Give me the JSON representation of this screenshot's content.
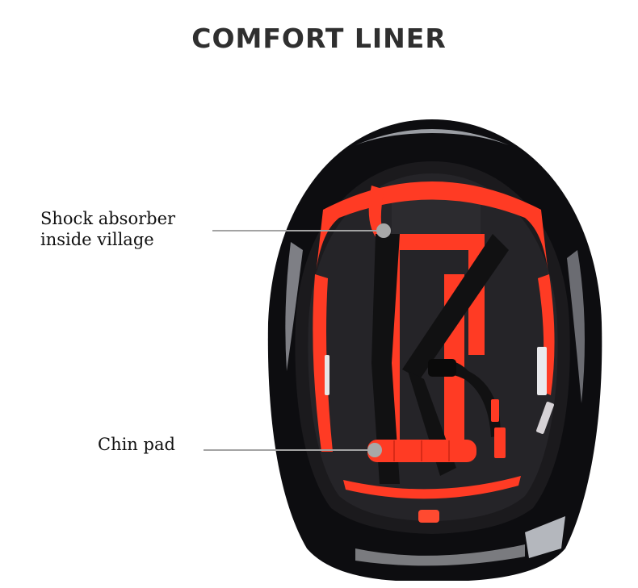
{
  "header": {
    "title": "COMFORT LINER"
  },
  "callouts": [
    {
      "id": "shock-absorber",
      "label": "Shock absorber\ninside village"
    },
    {
      "id": "chin-pad",
      "label": "Chin pad"
    }
  ],
  "product": {
    "name": "bicycle helmet interior",
    "colors": {
      "shell": "#0d0d10",
      "liner": "#ff3b24",
      "accent": "#36a6e6",
      "leader": "#a3a3a3",
      "title": "#2f2f2f"
    }
  }
}
